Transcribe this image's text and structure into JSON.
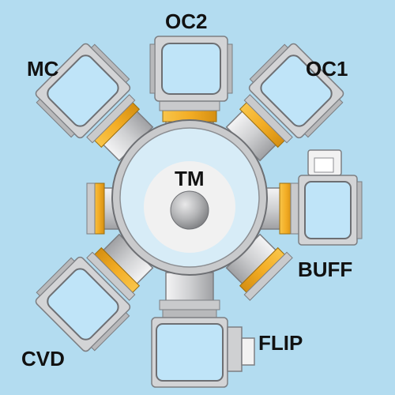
{
  "colors": {
    "background": "#b3dcf0",
    "frame": "#d3d4d6",
    "frame_stroke": "#7c7e82",
    "window": "#bfe4f8",
    "flange": "#f3ad25",
    "tm_inner": "#d7ecf7",
    "tm_center": "#f1f1f1"
  },
  "transfer_module": {
    "label": "TM"
  },
  "chambers": [
    {
      "id": "oc2",
      "label": "OC2"
    },
    {
      "id": "oc1",
      "label": "OC1"
    },
    {
      "id": "mc",
      "label": "MC"
    },
    {
      "id": "buff",
      "label": "BUFF"
    },
    {
      "id": "cvd",
      "label": "CVD"
    },
    {
      "id": "flip",
      "label": "FLIP"
    }
  ]
}
